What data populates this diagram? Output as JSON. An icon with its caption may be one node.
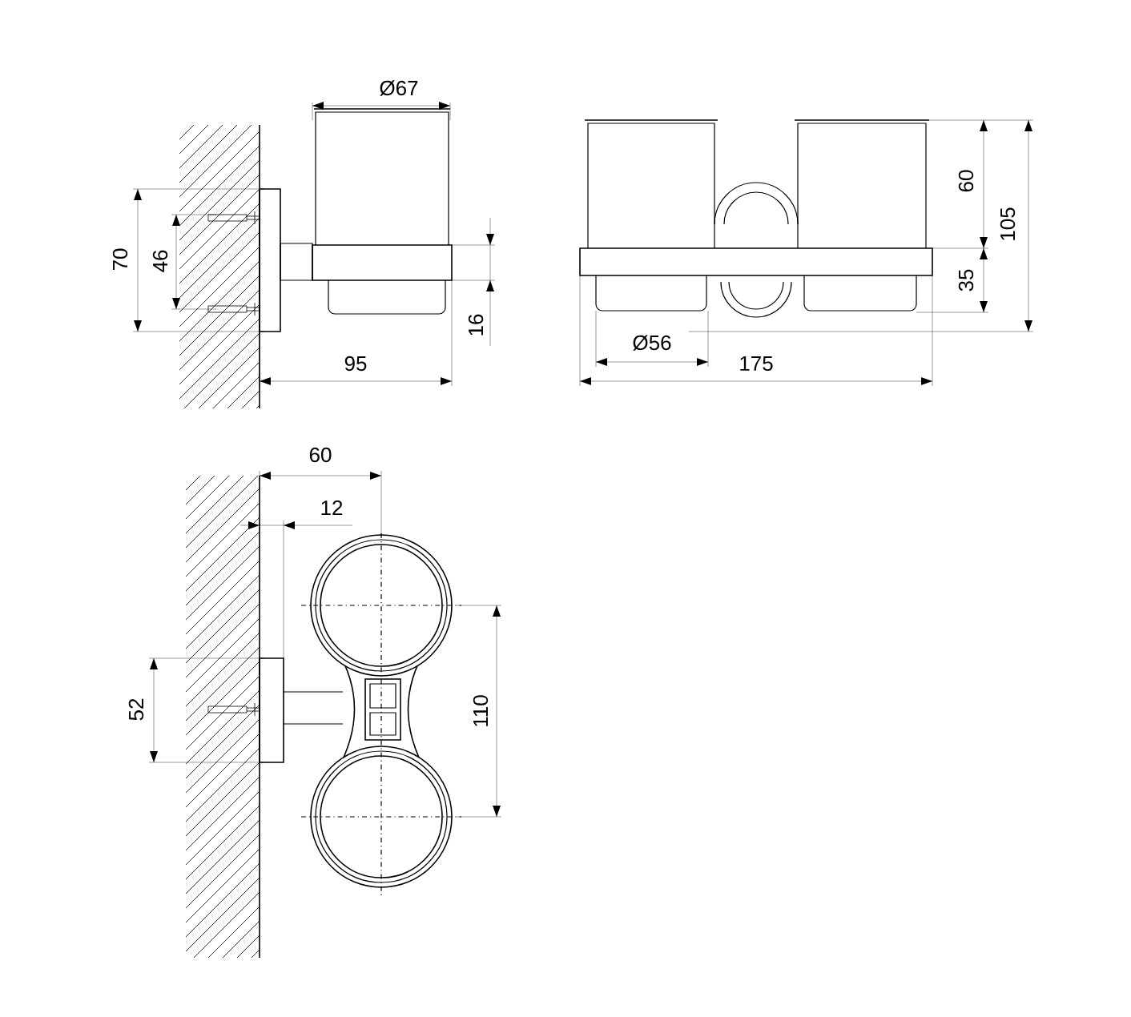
{
  "diagram": {
    "labels": [
      "Ø67",
      "70",
      "46",
      "16",
      "95",
      "60",
      "105",
      "35",
      "Ø56",
      "175",
      "60",
      "12",
      "52",
      "110"
    ]
  }
}
